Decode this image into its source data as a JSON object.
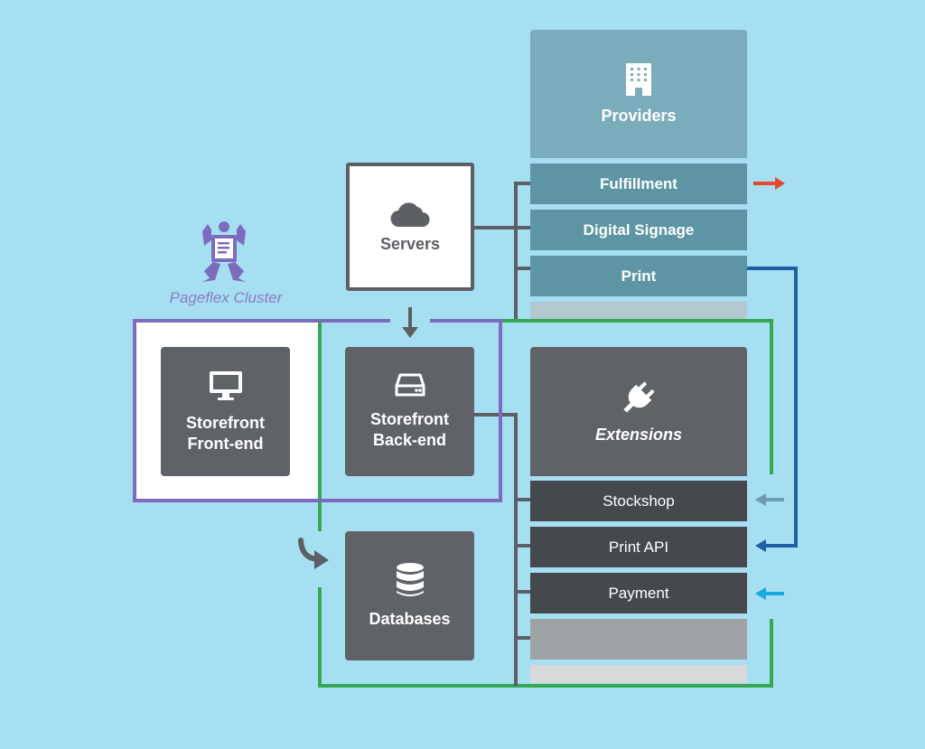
{
  "servers": {
    "label": "Servers",
    "icon": "cloud-icon"
  },
  "cluster": {
    "label": "Pageflex Cluster",
    "icon": "pageflex-mascot-icon"
  },
  "storefront_frontend": {
    "label": "Storefront\nFront-end",
    "icon": "monitor-icon"
  },
  "storefront_backend": {
    "label": "Storefront\nBack-end",
    "icon": "hard-drive-icon"
  },
  "databases": {
    "label": "Databases",
    "icon": "database-icon"
  },
  "providers": {
    "title": "Providers",
    "icon": "building-icon",
    "items": [
      "Fulfillment",
      "Digital Signage",
      "Print"
    ]
  },
  "extensions": {
    "title": "Extensions",
    "icon": "plug-icon",
    "items": [
      "Stockshop",
      "Print API",
      "Payment"
    ]
  },
  "colors": {
    "background": "#a6dff2",
    "cluster_outline": "#7d6bbd",
    "green_outline": "#35a853",
    "connector_gray": "#5c6064",
    "fulfillment_arrow": "#e4472c",
    "print_line": "#1f5fa3",
    "stockshop_arrow": "#6f9bb0",
    "payment_arrow": "#1aa9e0"
  }
}
